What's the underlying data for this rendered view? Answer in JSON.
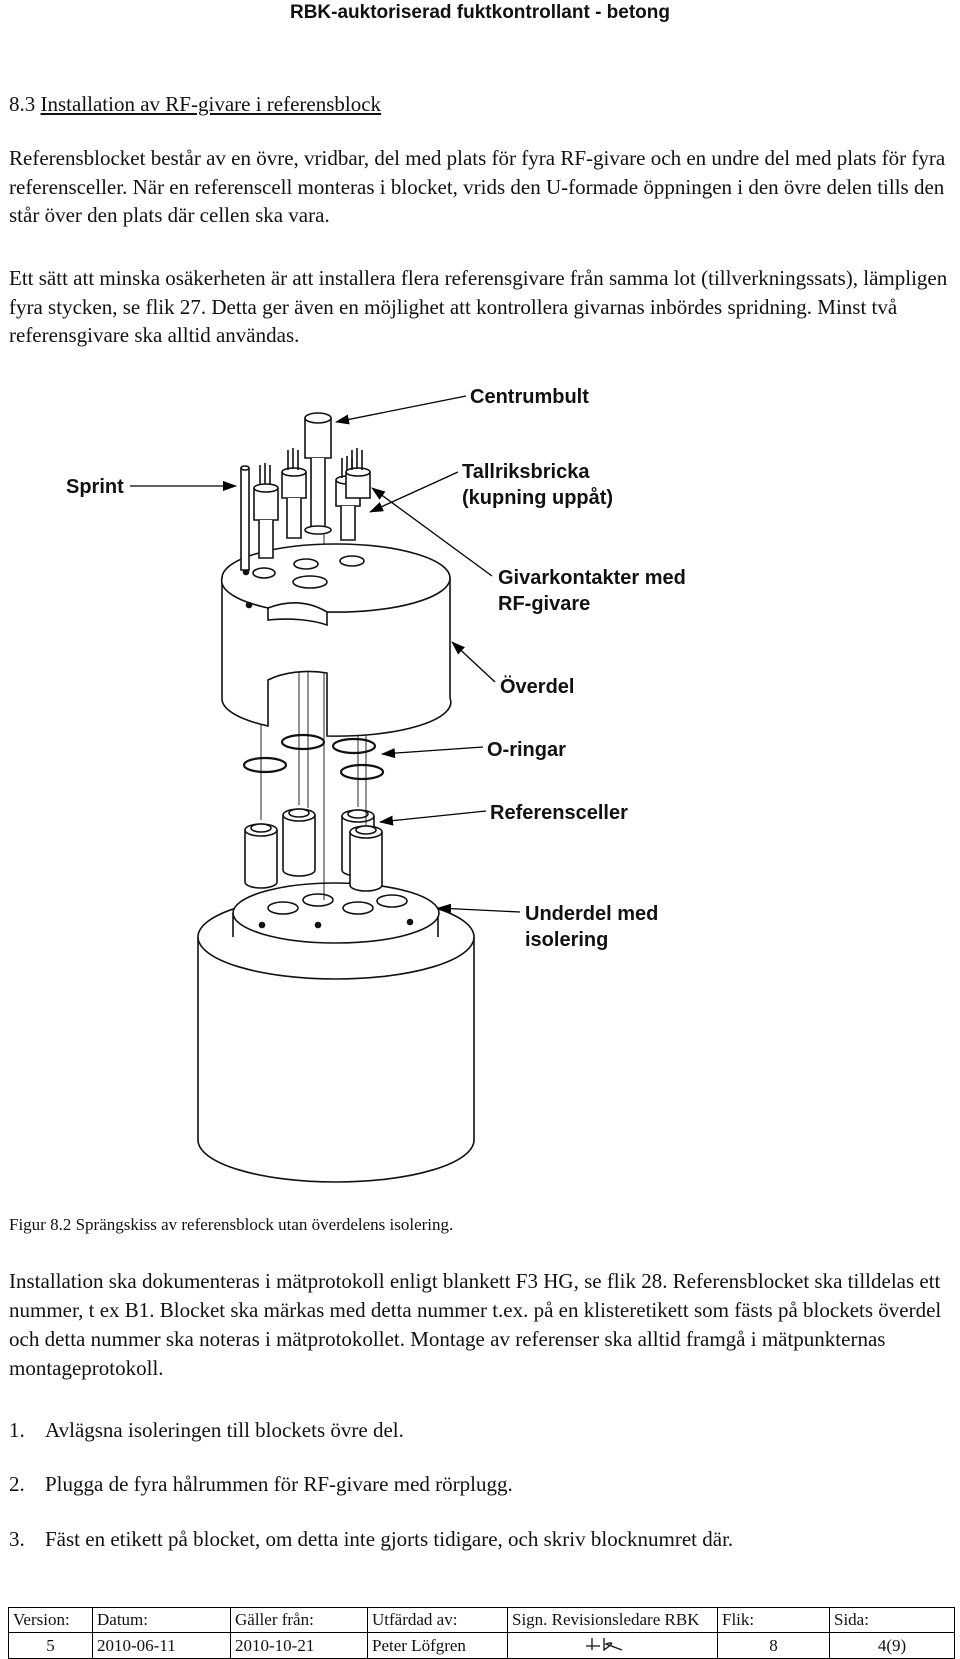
{
  "header": {
    "title": "RBK-auktoriserad fuktkontrollant - betong"
  },
  "section": {
    "number": "8.3",
    "title": "Installation av RF-givare i referensblock"
  },
  "paragraphs": {
    "p1": "Referensblocket består av en övre, vridbar, del med plats för fyra RF-givare och en undre del med plats för fyra referensceller. När en referenscell monteras i blocket, vrids den U-formade öppningen i den övre delen tills den står över den plats där cellen ska vara.",
    "p2": "Ett sätt att minska osäkerheten är att installera flera referensgivare från samma lot (tillverkningssats), lämpligen fyra stycken, se flik 27. Detta ger även en möjlighet att kontrollera givarnas inbördes spridning. Minst två referensgivare ska alltid användas.",
    "p3": "Installation ska dokumenteras i mätprotokoll enligt blankett F3 HG, se flik 28. Referensblocket ska tilldelas ett nummer, t ex B1. Blocket ska märkas med detta nummer t.ex. på en klisteretikett som fästs på blockets överdel och detta nummer ska noteras i mätprotokollet. Montage av referenser ska alltid framgå i mätpunkternas montageprotokoll."
  },
  "figure": {
    "labels": {
      "centrumbult": "Centrumbult",
      "sprint": "Sprint",
      "tallriksbricka_1": "Tallriksbricka",
      "tallriksbricka_2": "(kupning uppåt)",
      "givarkontakter_1": "Givarkontakter med",
      "givarkontakter_2": "RF-givare",
      "overdel": "Överdel",
      "oringar": "O-ringar",
      "referensceller": "Referensceller",
      "underdel_1": "Underdel med",
      "underdel_2": "isolering"
    },
    "caption": "Figur 8.2  Sprängskiss av referensblock utan överdelens isolering."
  },
  "steps": [
    {
      "num": "1.",
      "text": "Avlägsna isoleringen till blockets övre del."
    },
    {
      "num": "2.",
      "text": "Plugga de fyra hålrummen för RF-givare med rörplugg."
    },
    {
      "num": "3.",
      "text": "Fäst en etikett på blocket, om detta inte gjorts tidigare, och skriv blocknumret där."
    }
  ],
  "footer": {
    "headers": [
      "Version:",
      "Datum:",
      "Gäller från:",
      "Utfärdad av:",
      "Sign. Revisionsledare RBK",
      "Flik:",
      "Sida:"
    ],
    "values": [
      "5",
      "2010-06-11",
      "2010-10-21",
      "Peter Löfgren",
      "",
      "8",
      "4(9)"
    ]
  }
}
